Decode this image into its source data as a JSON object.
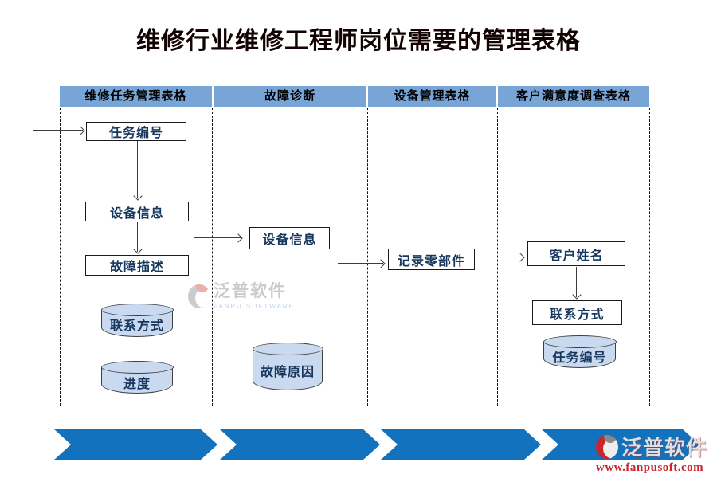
{
  "title": "维修行业维修工程师岗位需要的管理表格",
  "lanes": [
    {
      "header": "维修任务管理表格",
      "items": [
        {
          "type": "box",
          "label": "任务编号"
        },
        {
          "type": "box",
          "label": "设备信息"
        },
        {
          "type": "box",
          "label": "故障描述"
        },
        {
          "type": "cylinder",
          "label": "联系方式"
        },
        {
          "type": "cylinder",
          "label": "进度"
        }
      ]
    },
    {
      "header": "故障诊断",
      "items": [
        {
          "type": "box",
          "label": "设备信息"
        },
        {
          "type": "cylinder",
          "label": "故障原因"
        }
      ]
    },
    {
      "header": "设备管理表格",
      "items": [
        {
          "type": "box",
          "label": "记录零部件"
        }
      ]
    },
    {
      "header": "客户满意度调查表格",
      "items": [
        {
          "type": "box",
          "label": "客户姓名"
        },
        {
          "type": "box",
          "label": "联系方式"
        },
        {
          "type": "cylinder",
          "label": "任务编号"
        }
      ]
    }
  ],
  "watermark": {
    "brand": "泛普软件",
    "sub": "FANPU SOFTWARE"
  },
  "footer": {
    "brand": "泛普软件",
    "url": "www.fanpusoft.com"
  },
  "colors": {
    "lane_header_bg": "#78A5D6",
    "node_text": "#17375E",
    "cylinder_fill": "#C9D9F0",
    "banner_blue": "#1272BD",
    "logo_red": "#C9252B"
  }
}
